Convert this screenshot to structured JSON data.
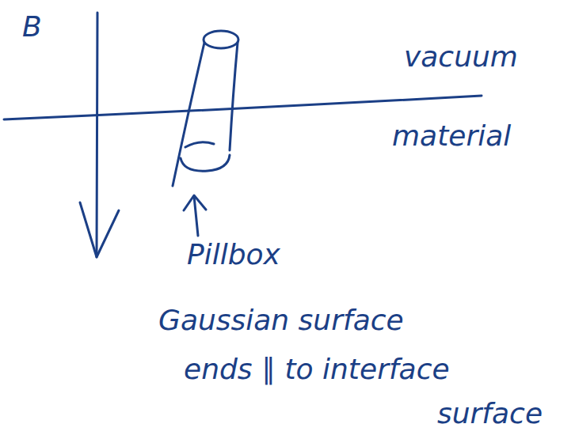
{
  "diagram": {
    "labels": [
      "B",
      "vacuum",
      "material",
      "Pillbox",
      "Gaussian surface",
      "ends ∥ to interface",
      "surface"
    ]
  }
}
